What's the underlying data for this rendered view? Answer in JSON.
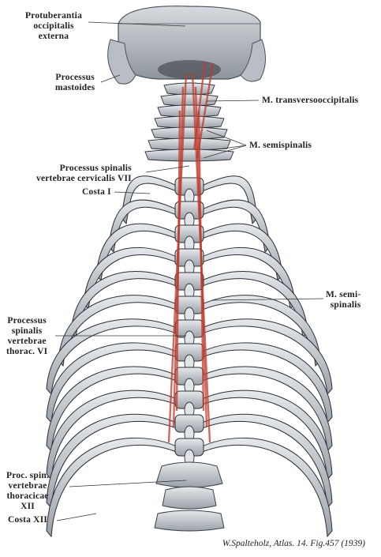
{
  "figure": {
    "labels": {
      "protuberantia": [
        "Protuberantia",
        "occipitalis",
        "externa"
      ],
      "mastoid": [
        "Processus",
        "mastoides"
      ],
      "transverso": "M. transversooccipitalis",
      "semispinalis_upper": "M. semispinalis",
      "spinalis_cervical": [
        "Processus spinalis",
        "vertebrae cervicalis VII"
      ],
      "costa_i": "Costa I",
      "semispinalis_lower": [
        "M. semi-",
        "spinalis"
      ],
      "spinalis_thoracic": [
        "Processus",
        "spinalis",
        "vertebrae",
        "thorac. VI"
      ],
      "spinalis_thoracic_xii": [
        "Proc. spin.",
        "vertebrae",
        "thoracicae",
        "XII"
      ],
      "costa_xii": "Costa XII"
    },
    "caption": "W.Spalteholz, Atlas. 14. Fig.457 (1939)",
    "colors": {
      "bone": "#c9ced3",
      "bone_shadow": "#5b636b",
      "bone_dark": "#2a2f35",
      "muscle": "#c0392b",
      "leader": "#333333"
    }
  }
}
